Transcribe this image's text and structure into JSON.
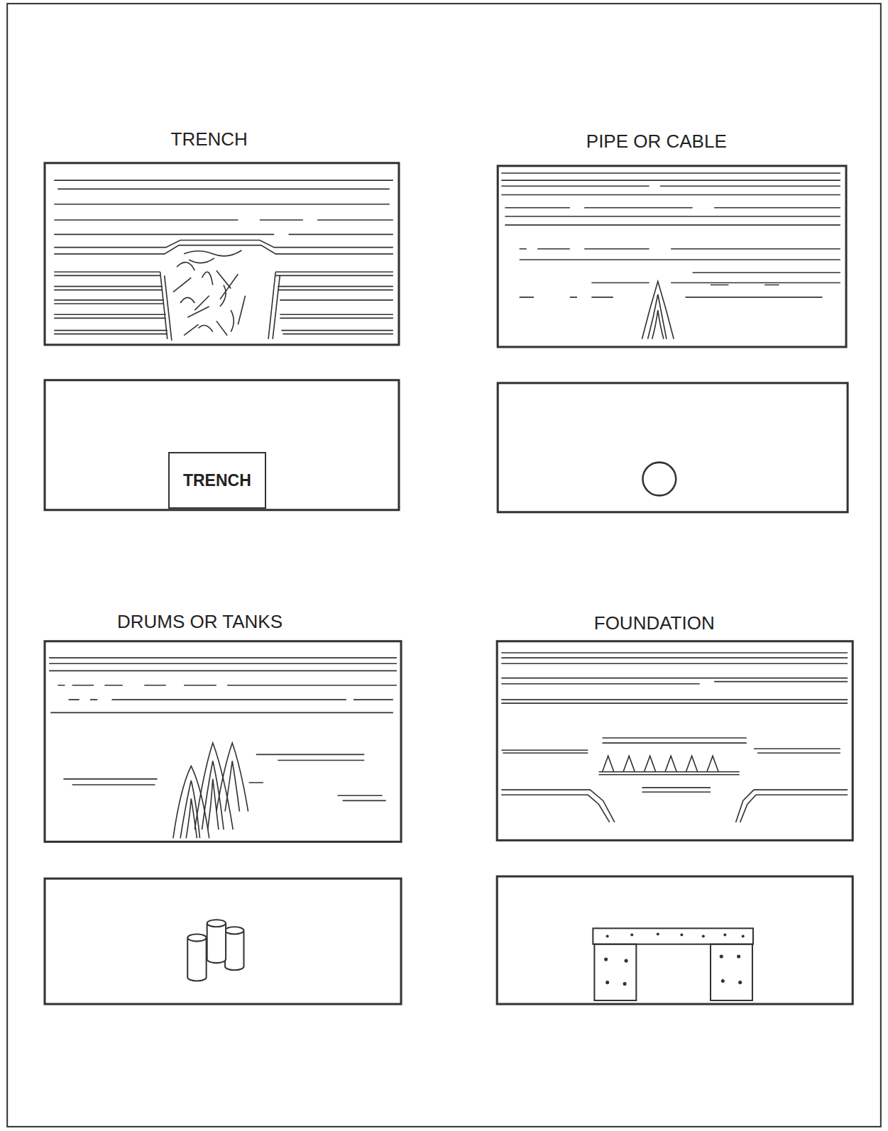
{
  "diagram": {
    "nodes": [
      {
        "text": [
          "TRENCH"
        ]
      }
    ],
    "labels": [
      "TRENCH",
      "PIPE OR CABLE",
      "DRUMS OR TANKS",
      "FOUNDATION"
    ]
  }
}
